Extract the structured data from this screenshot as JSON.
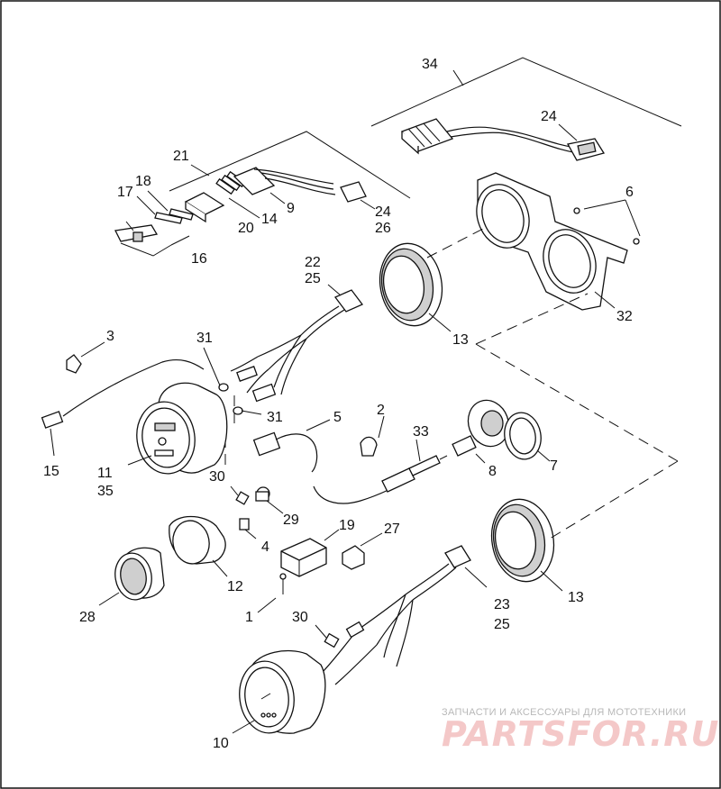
{
  "diagram": {
    "callouts": {
      "c34": "34",
      "c24a": "24",
      "c21": "21",
      "c18": "18",
      "c17": "17",
      "c9": "9",
      "c14": "14",
      "c20": "20",
      "c24b": "24",
      "c26": "26",
      "c16": "16",
      "c6": "6",
      "c32": "32",
      "c22": "22",
      "c25a": "25",
      "c13a": "13",
      "c3": "3",
      "c31a": "31",
      "c31b": "31",
      "c5": "5",
      "c2": "2",
      "c33": "33",
      "c8": "8",
      "c7": "7",
      "c15": "15",
      "c11": "11",
      "c35": "35",
      "c30a": "30",
      "c29": "29",
      "c4": "4",
      "c19": "19",
      "c27": "27",
      "c12": "12",
      "c28": "28",
      "c1": "1",
      "c13b": "13",
      "c23": "23",
      "c25b": "25",
      "c30b": "30",
      "c10": "10"
    }
  },
  "watermark": {
    "caption": "ЗАПЧАСТИ И АКСЕССУАРЫ ДЛЯ МОТОТЕХНИКИ",
    "logo": "PARTSFOR.RU"
  }
}
